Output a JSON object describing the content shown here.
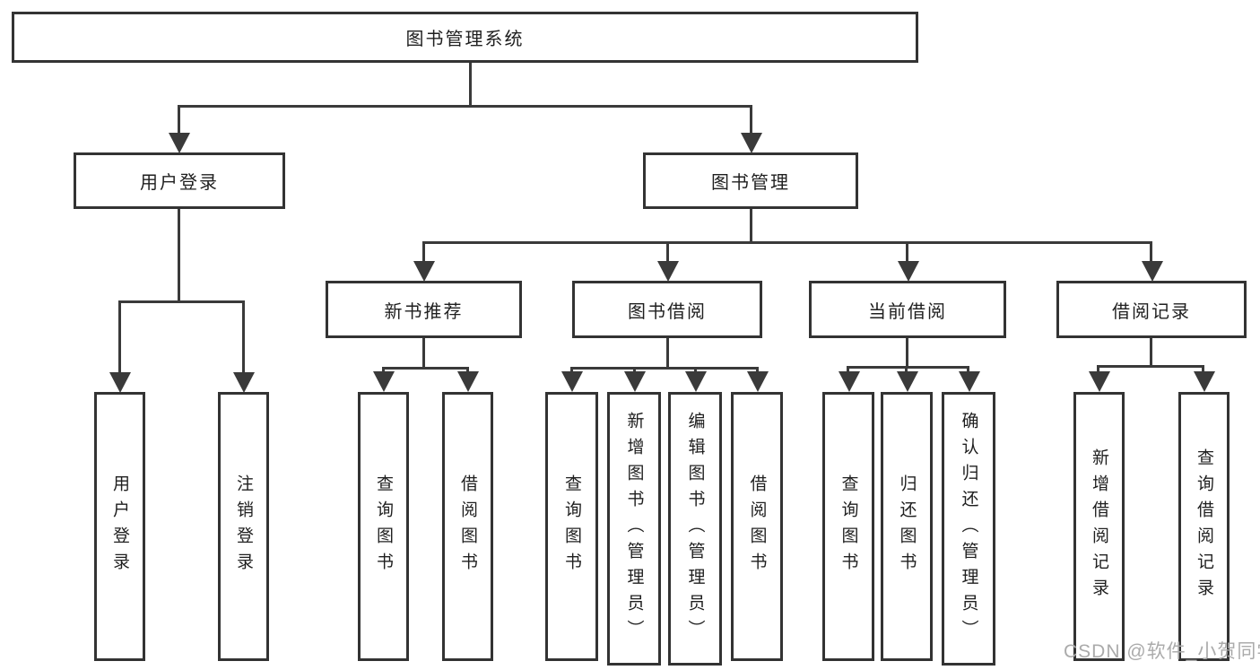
{
  "root": {
    "label": "图书管理系统"
  },
  "user": {
    "label": "用户登录",
    "children": [
      {
        "label": "用户登录"
      },
      {
        "label": "注销登录"
      }
    ]
  },
  "mgmt": {
    "label": "图书管理"
  },
  "sections": [
    {
      "label": "新书推荐",
      "children": [
        {
          "label": "查询图书"
        },
        {
          "label": "借阅图书"
        }
      ]
    },
    {
      "label": "图书借阅",
      "children": [
        {
          "label": "查询图书"
        },
        {
          "label": "新增图书（管理员）"
        },
        {
          "label": "编辑图书（管理员）"
        },
        {
          "label": "借阅图书"
        }
      ]
    },
    {
      "label": "当前借阅",
      "children": [
        {
          "label": "查询图书"
        },
        {
          "label": "归还图书"
        },
        {
          "label": "确认归还（管理员）"
        }
      ]
    },
    {
      "label": "借阅记录",
      "children": [
        {
          "label": "新增借阅记录"
        },
        {
          "label": "查询借阅记录"
        }
      ]
    }
  ],
  "watermark": "CSDN @软件_小贺同学",
  "colors": {
    "line": "#3a3a3a",
    "box_border": "#333333",
    "text": "#1f1f1f",
    "watermark": "#ababab",
    "background": "#ffffff"
  }
}
